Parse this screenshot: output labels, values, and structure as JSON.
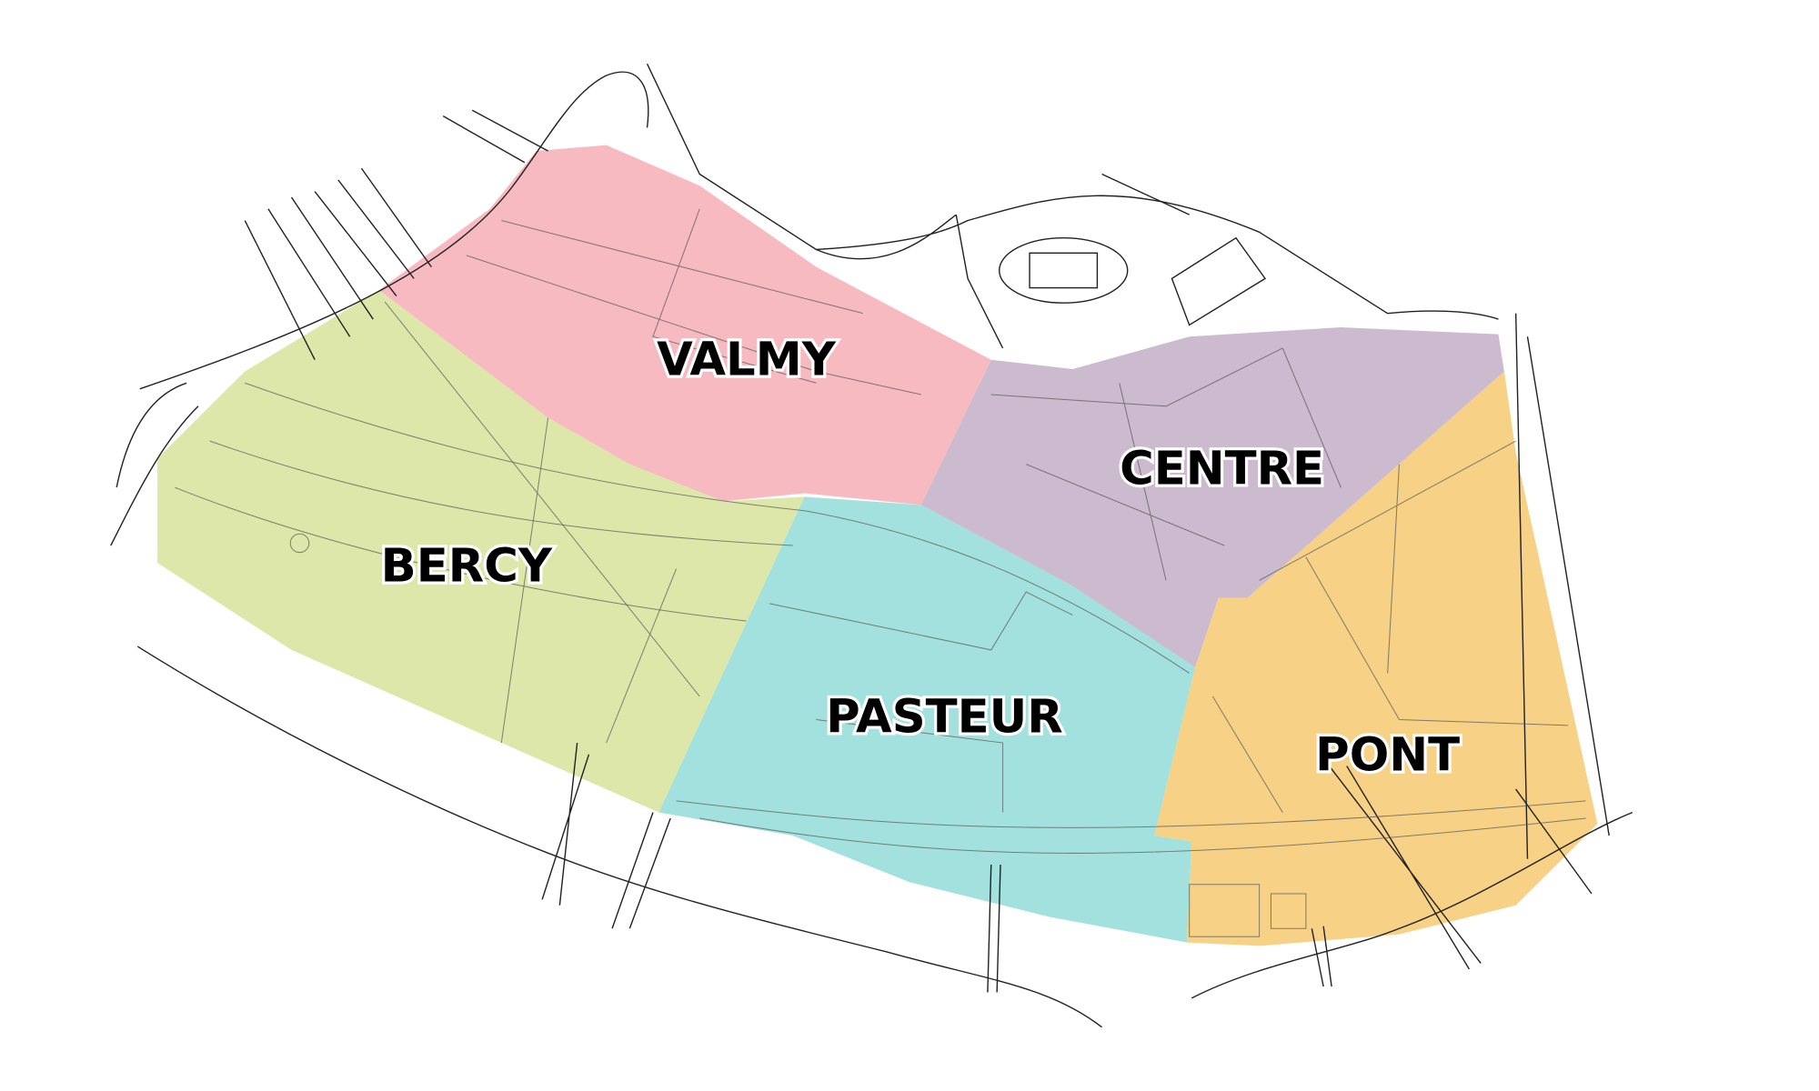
{
  "map": {
    "districts": [
      {
        "id": "valmy",
        "label": "VALMY",
        "color": "#f7b6be"
      },
      {
        "id": "bercy",
        "label": "BERCY",
        "color": "#dbe6a5"
      },
      {
        "id": "centre",
        "label": "CENTRE",
        "color": "#c9b6cb"
      },
      {
        "id": "pasteur",
        "label": "PASTEUR",
        "color": "#9ddfdb"
      },
      {
        "id": "pont",
        "label": "PONT",
        "color": "#f5cf80"
      }
    ]
  }
}
